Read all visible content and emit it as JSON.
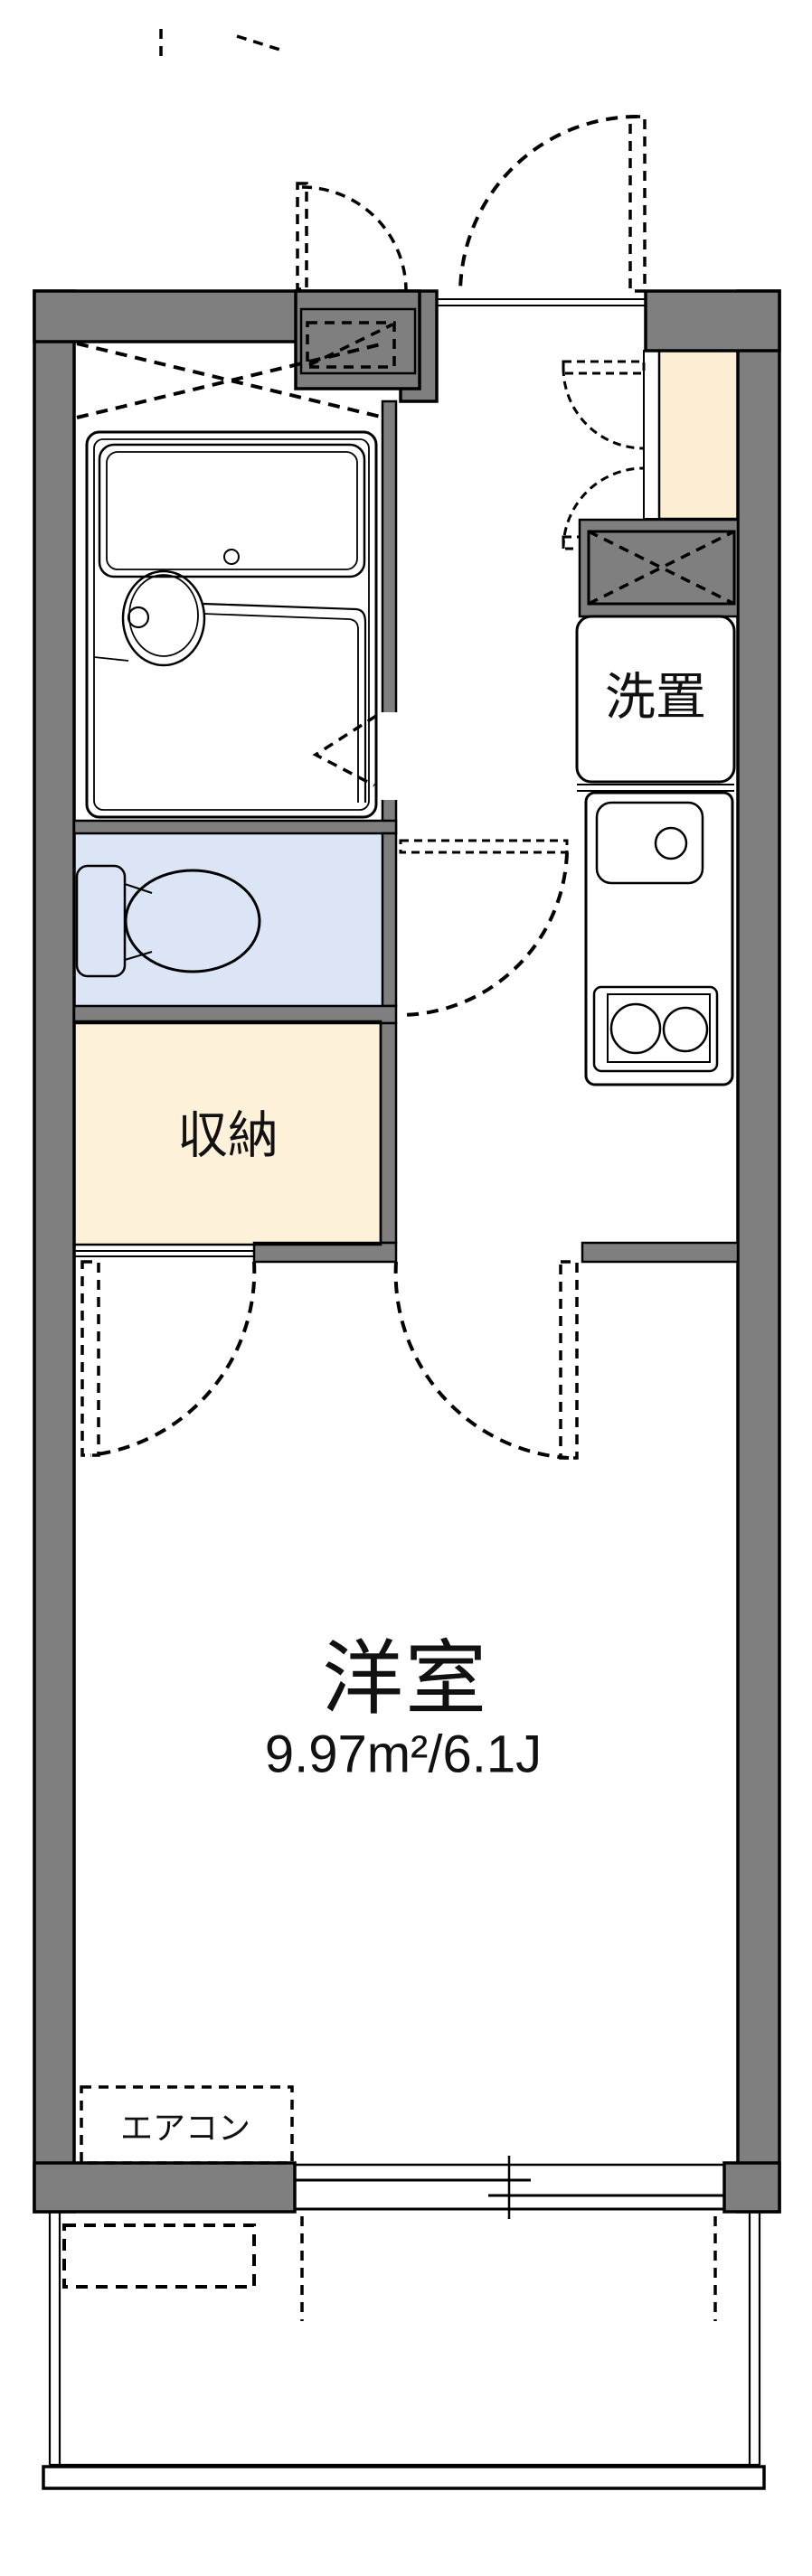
{
  "plan": {
    "type": "floorplan",
    "rooms": {
      "western_room": {
        "label": "洋室",
        "area": "9.97m²/6.1J"
      },
      "storage": {
        "label": "収納"
      },
      "washer_space": {
        "label": "洗置"
      },
      "aircon": {
        "label": "エアコン"
      }
    },
    "colors": {
      "wall": "#7f7f7f",
      "room_blue": "#dbe5f5",
      "storage_floor": "#fdf1d9",
      "entry_floor": "#fbeed3",
      "line": "#000000",
      "bg": "#ffffff"
    }
  }
}
